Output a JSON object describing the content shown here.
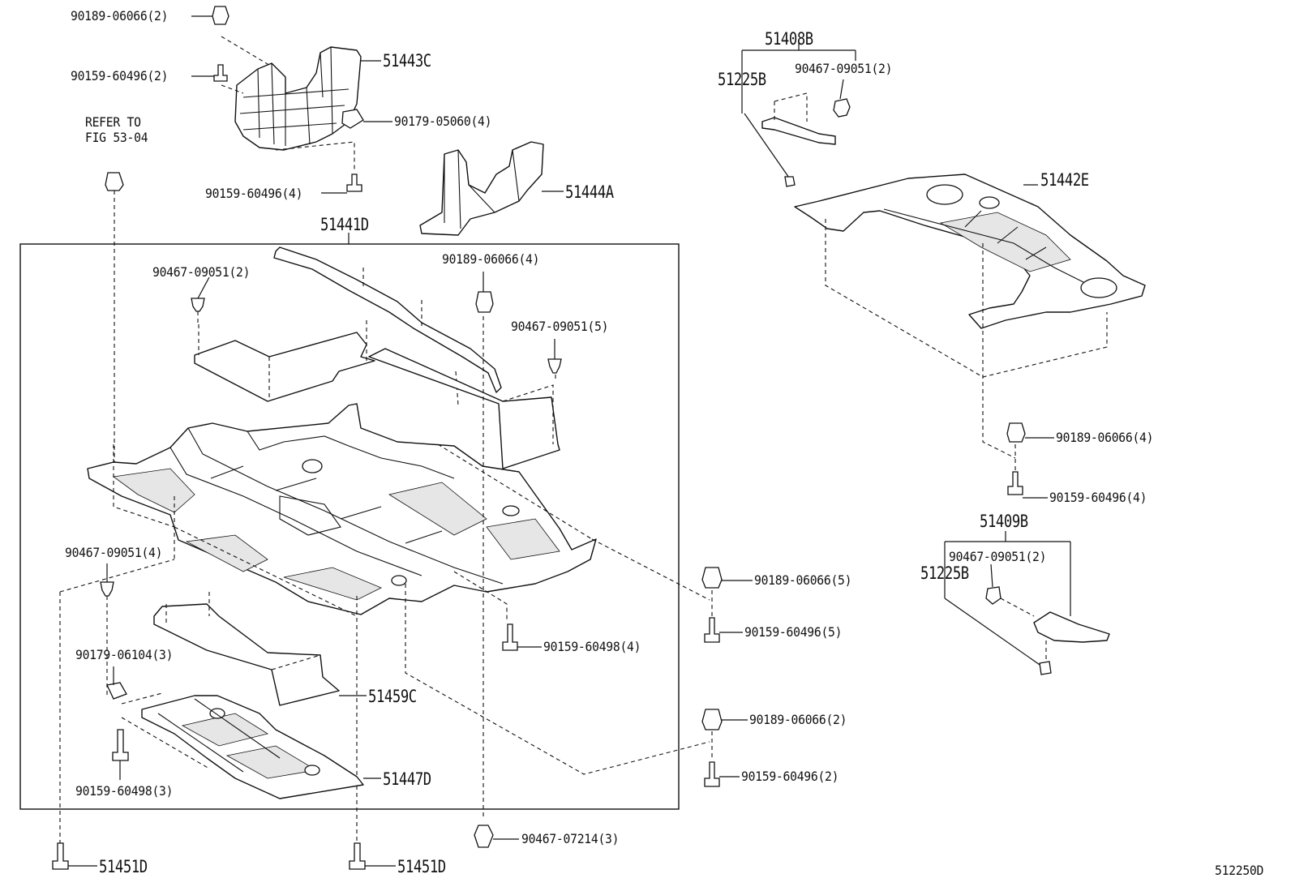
{
  "diagram_id": "512250D",
  "part_numbers": {
    "p51443C": "51443C",
    "p51444A": "51444A",
    "p51441D": "51441D",
    "p51408B": "51408B",
    "p51225B_top": "51225B",
    "p51442E": "51442E",
    "p51409B": "51409B",
    "p51225B_bottom": "51225B",
    "p51459C": "51459C",
    "p51447D": "51447D",
    "p51451D_left": "51451D",
    "p51451D_right": "51451D"
  },
  "fastener_labels": {
    "f1": "90189-06066(2)",
    "f2": "90159-60496(2)",
    "f3": "90179-05060(4)",
    "f4": "90159-60496(4)",
    "f5": "90467-09051(2)",
    "f6": "90189-06066(4)",
    "f7": "90467-09051(5)",
    "f8": "90467-09051(4)",
    "f9": "90189-06066(5)",
    "f10": "90159-60496(5)",
    "f11": "90159-60498(4)",
    "f12": "90179-06104(3)",
    "f13": "90159-60498(3)",
    "f14": "90189-06066(2)",
    "f15": "90159-60496(2)",
    "f16": "90467-07214(3)",
    "f17": "90467-09051(2)",
    "f18": "90189-06066(4)",
    "f19": "90159-60496(4)",
    "f20": "90467-09051(2)"
  },
  "refer_note": {
    "line1": "REFER TO",
    "line2": "FIG 53-04"
  }
}
